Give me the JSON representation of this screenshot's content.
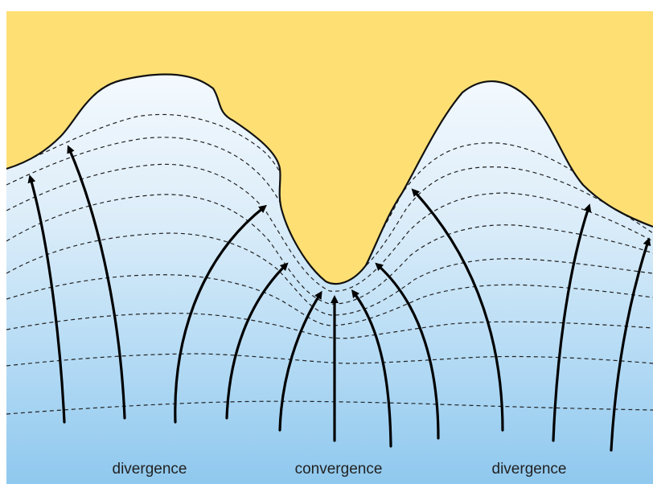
{
  "labels": {
    "left": "divergence",
    "center": "convergence",
    "right": "divergence"
  },
  "colors": {
    "land": "#FDDF74",
    "coastline": "#111111",
    "wave_crest": "#222222",
    "ray": "#000000",
    "water_shallow": "#EEF5FC",
    "water_deep": "#8FC8EE"
  },
  "icons": [
    "wave-ray-arrow"
  ]
}
